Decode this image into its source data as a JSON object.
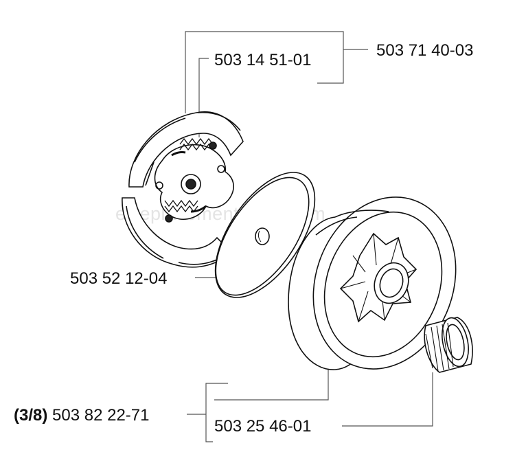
{
  "watermark": "eReplacementParts.com",
  "labels": {
    "clutch_assembly": "503 71 40-03",
    "clutch_spring": "503 14 51-01",
    "washer": "503 52 12-04",
    "pitch": "(3/8)",
    "drum_assembly": "503 82 22-71",
    "needle_bearing": "503 25 46-01"
  },
  "colors": {
    "ink": "#111111",
    "leader": "#555555",
    "watermark": "#e4e4e4"
  }
}
